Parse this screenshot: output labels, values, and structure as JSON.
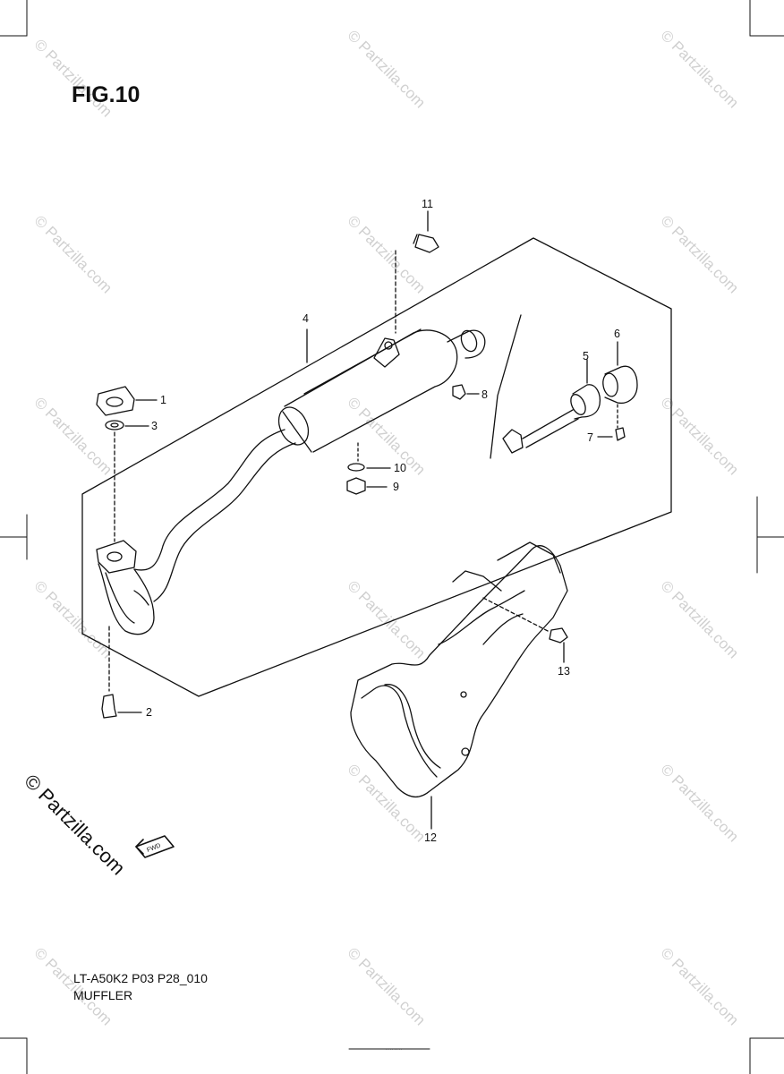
{
  "figure": {
    "title": "FIG.10",
    "model_code": "LT-A50K2 P03 P28_010",
    "section_name": "MUFFLER"
  },
  "brand_mark": "© Partzilla.com",
  "watermark": "© Partzilla.com",
  "fwd_label": "FWD",
  "footer_fine_print": "· · · · · · · ·",
  "callouts": [
    {
      "id": "c1",
      "label": "1"
    },
    {
      "id": "c2",
      "label": "2"
    },
    {
      "id": "c3",
      "label": "3"
    },
    {
      "id": "c4",
      "label": "4"
    },
    {
      "id": "c5",
      "label": "5"
    },
    {
      "id": "c6",
      "label": "6"
    },
    {
      "id": "c7",
      "label": "7"
    },
    {
      "id": "c8",
      "label": "8"
    },
    {
      "id": "c9",
      "label": "9"
    },
    {
      "id": "c10",
      "label": "10"
    },
    {
      "id": "c11",
      "label": "11"
    },
    {
      "id": "c12",
      "label": "12"
    },
    {
      "id": "c13",
      "label": "13"
    }
  ]
}
